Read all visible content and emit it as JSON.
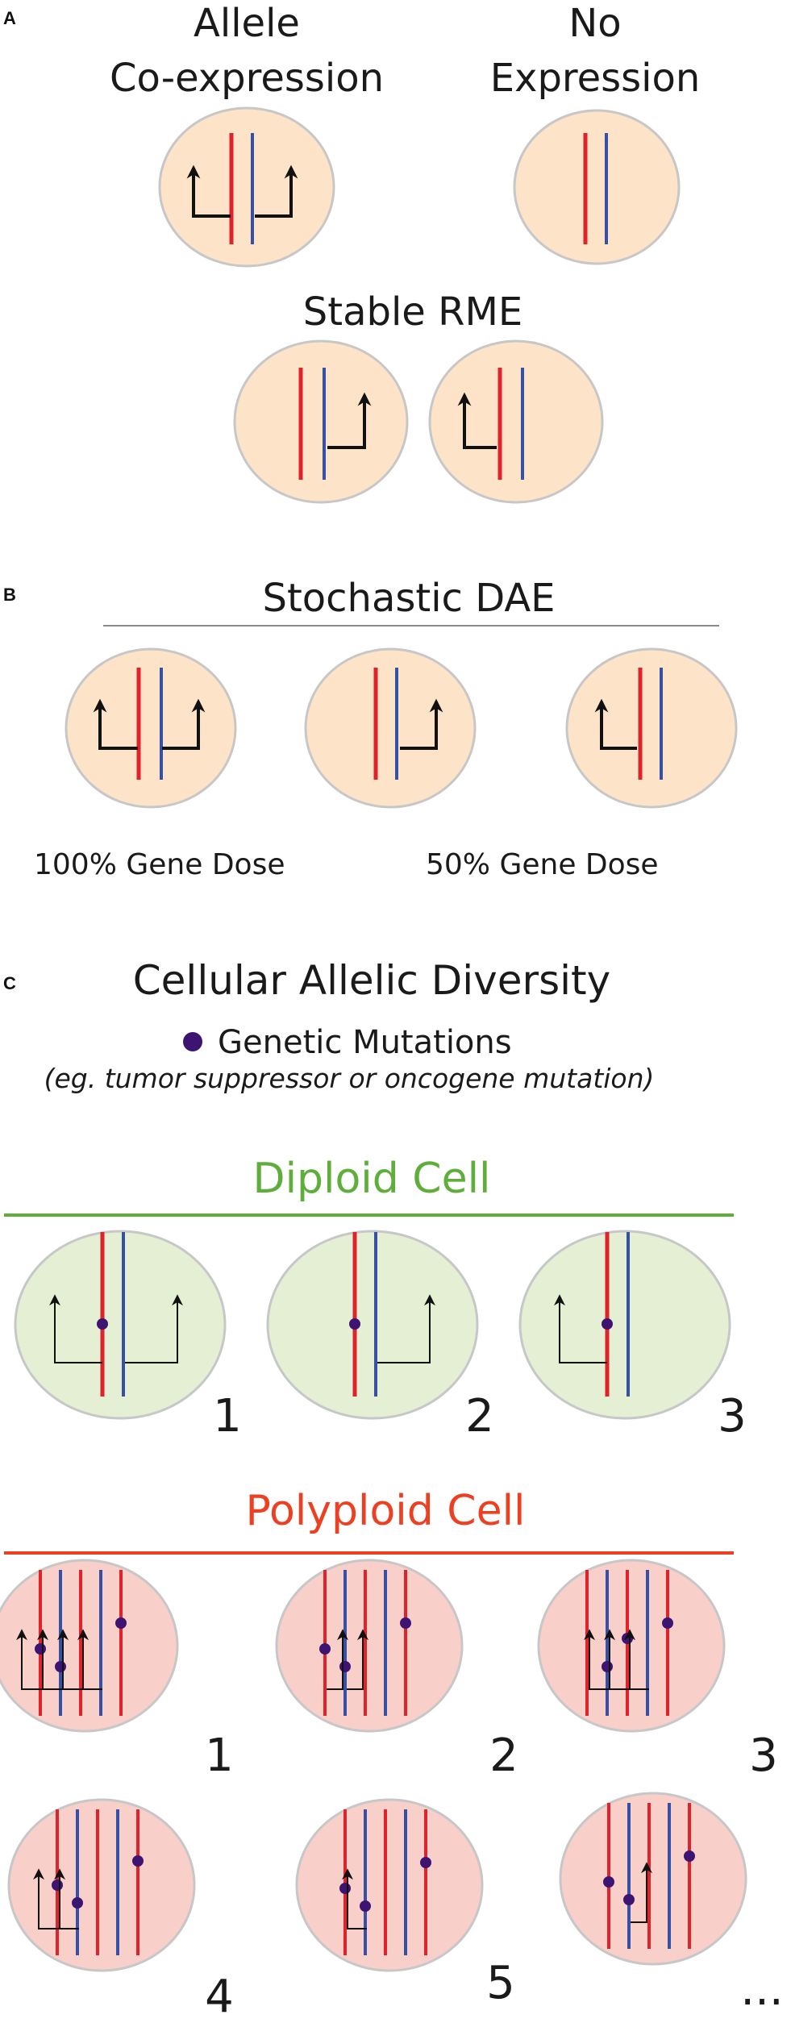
{
  "colors": {
    "peach_cell": "#fde3c8",
    "green_cell": "#e4efd4",
    "pink_cell": "#f9cfc9",
    "cell_border": "#c7c7c7",
    "red_allele": "#e0232a",
    "blue_allele": "#3550a4",
    "mutation": "#3d1472",
    "green_title": "#5fae3b",
    "red_title": "#ec4023",
    "divider_gray": "#8a8a8a"
  },
  "panelA": {
    "label": "A",
    "coexpression_title": [
      "Allele",
      "Co-expression"
    ],
    "no_expression_title": [
      "No",
      "Expression"
    ],
    "stable_rme_title": "Stable RME"
  },
  "panelB": {
    "label": "B",
    "title": "Stochastic DAE",
    "dose_full": "100% Gene Dose",
    "dose_half": "50% Gene Dose"
  },
  "panelC": {
    "label": "C",
    "title": "Cellular Allelic Diversity",
    "legend_label": "Genetic Mutations",
    "legend_note": "(eg. tumor suppressor or oncogene mutation)",
    "diploid_title": "Diploid Cell",
    "diploid_numbers": [
      "1",
      "2",
      "3"
    ],
    "polyploid_title": "Polyploid Cell",
    "polyploid_numbers": [
      "1",
      "2",
      "3",
      "4",
      "5"
    ],
    "ellipsis": "..."
  }
}
